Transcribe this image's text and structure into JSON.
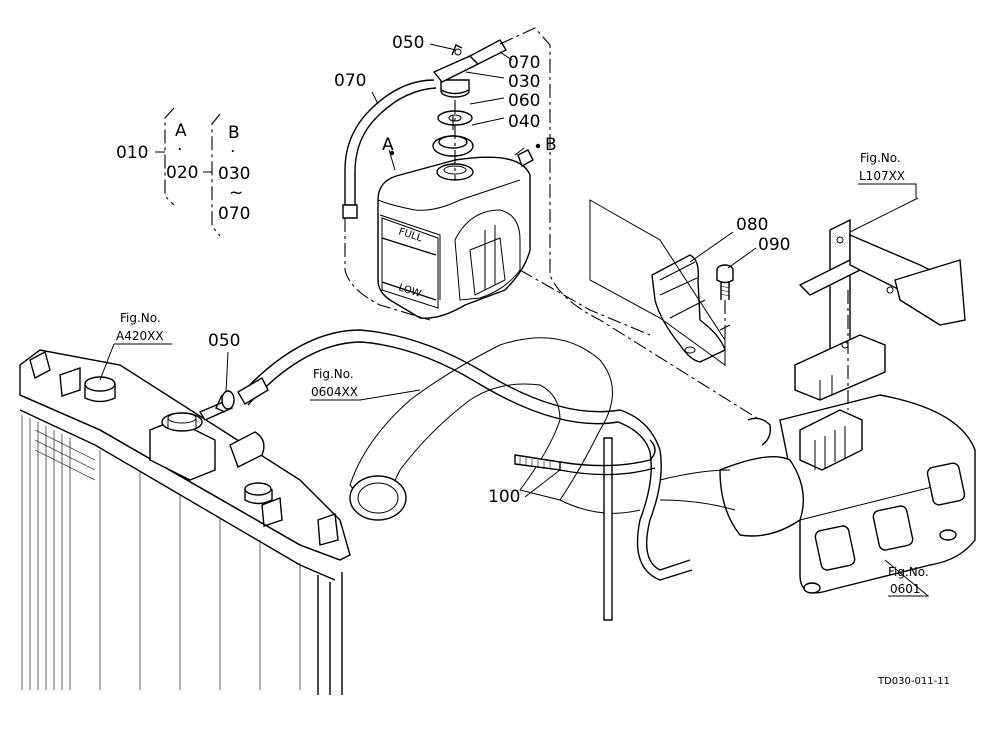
{
  "callouts": {
    "p050_top": "050",
    "p070_right": "070",
    "p030": "030",
    "p060": "060",
    "p040": "040",
    "p070_left": "070",
    "pA_tank": "A",
    "pB_tank": "B",
    "p080": "080",
    "p090": "090",
    "p050_left": "050",
    "p100": "100"
  },
  "legend": {
    "p010": "010",
    "groupA": "A",
    "dotA": "·",
    "p020": "020",
    "groupB": "B",
    "dotB": "·",
    "p030": "030",
    "tilde": "~",
    "p070": "070"
  },
  "fig_refs": {
    "l107": {
      "label": "Fig.No.",
      "code": "L107XX"
    },
    "a420": {
      "label": "Fig.No.",
      "code": "A420XX"
    },
    "f0604": {
      "label": "Fig.No.",
      "code": "0604XX"
    },
    "f0601": {
      "label": "Fig.No.",
      "code": "0601"
    }
  },
  "tank_marks": {
    "full": "FULL",
    "low": "LOW"
  },
  "drawing_code": "TD030-011-11"
}
